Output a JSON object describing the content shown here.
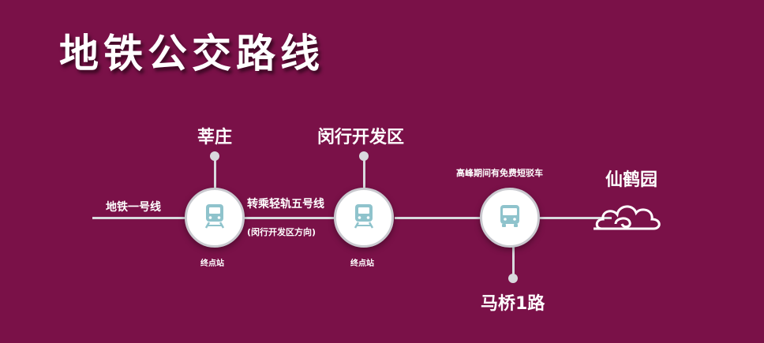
{
  "title": "地铁公交路线",
  "labels": {
    "metro_line1": "地铁一号线",
    "xinzhuang": "莘庄",
    "terminal_1": "终点站",
    "transfer": "转乘轻轨五号线",
    "direction": "(闵行开发区方向)",
    "minhang": "闵行开发区",
    "terminal_2": "终点站",
    "shuttle": "高峰期间有免费短驳车",
    "maqiao": "马桥1路",
    "xianheyuan": "仙鹤园"
  },
  "colors": {
    "background": "#7a1148",
    "line": "#d9d9de",
    "icon_fill": "#8fc3cc"
  },
  "icons": {
    "station_1": "train-icon",
    "station_2": "train-icon",
    "station_3": "bus-icon",
    "destination": "cloud-icon"
  }
}
